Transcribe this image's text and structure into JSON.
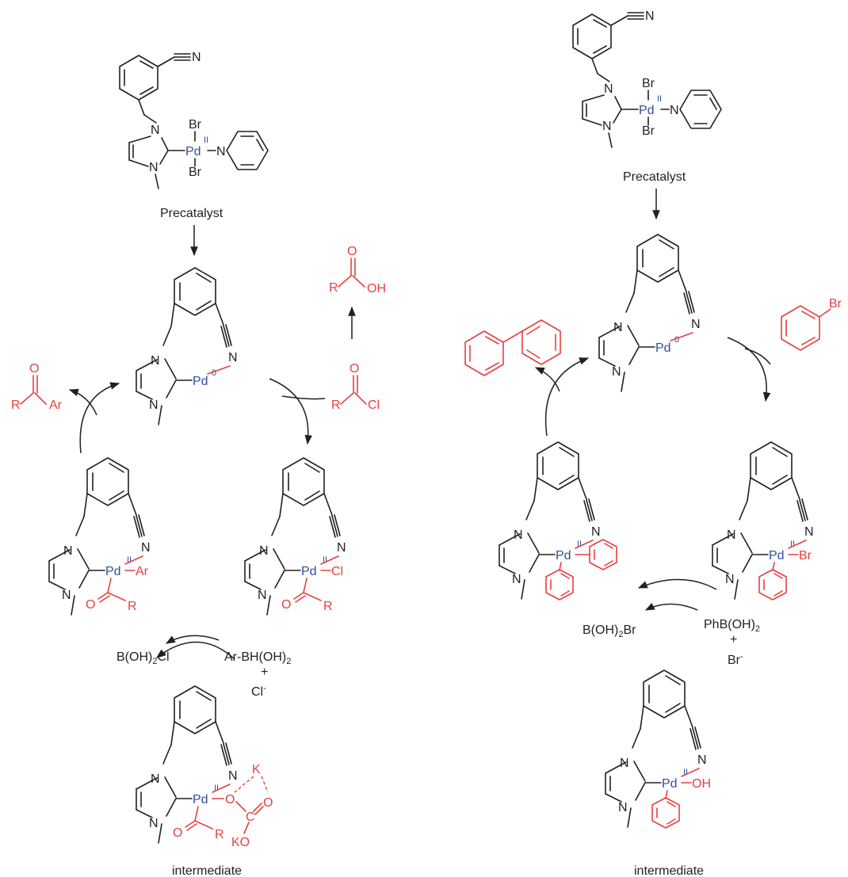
{
  "atoms": {
    "N": "N",
    "Pd": "Pd",
    "Br": "Br",
    "Cl": "Cl",
    "O": "O",
    "OH": "OH",
    "R": "R",
    "Ar": "Ar",
    "K": "K",
    "KO": "KO",
    "C": "C",
    "ox0": "0",
    "ox2": "II"
  },
  "left": {
    "precatalyst_label": "Precatalyst",
    "reagent_acyl_chloride": {
      "R": "R",
      "O": "O",
      "Cl": "Cl"
    },
    "product_acid": {
      "R": "R",
      "O": "O",
      "OH": "OH"
    },
    "product_ketone": {
      "R": "R",
      "O": "O",
      "Ar": "Ar"
    },
    "boronic_acid": "Ar-BH(OH)",
    "boronic_acid_sub": "2",
    "plus": "+",
    "chloride": "Cl",
    "chloride_sup": "-",
    "byproduct": "B(OH)",
    "byproduct_sub": "2",
    "byproduct_tail": "Cl",
    "intermediate_label": "intermediate"
  },
  "right": {
    "precatalyst_label": "Precatalyst",
    "aryl_bromide_label": "Br",
    "boronic_acid": "PhB(OH)",
    "boronic_acid_sub": "2",
    "plus": "+",
    "bromide": "Br",
    "bromide_sup": "-",
    "byproduct": "B(OH)",
    "byproduct_sub": "2",
    "byproduct_tail": "Br",
    "intermediate_label": "intermediate"
  },
  "colors": {
    "black": "#231f20",
    "red": "#e8403f",
    "blue": "#2e4f9b"
  }
}
